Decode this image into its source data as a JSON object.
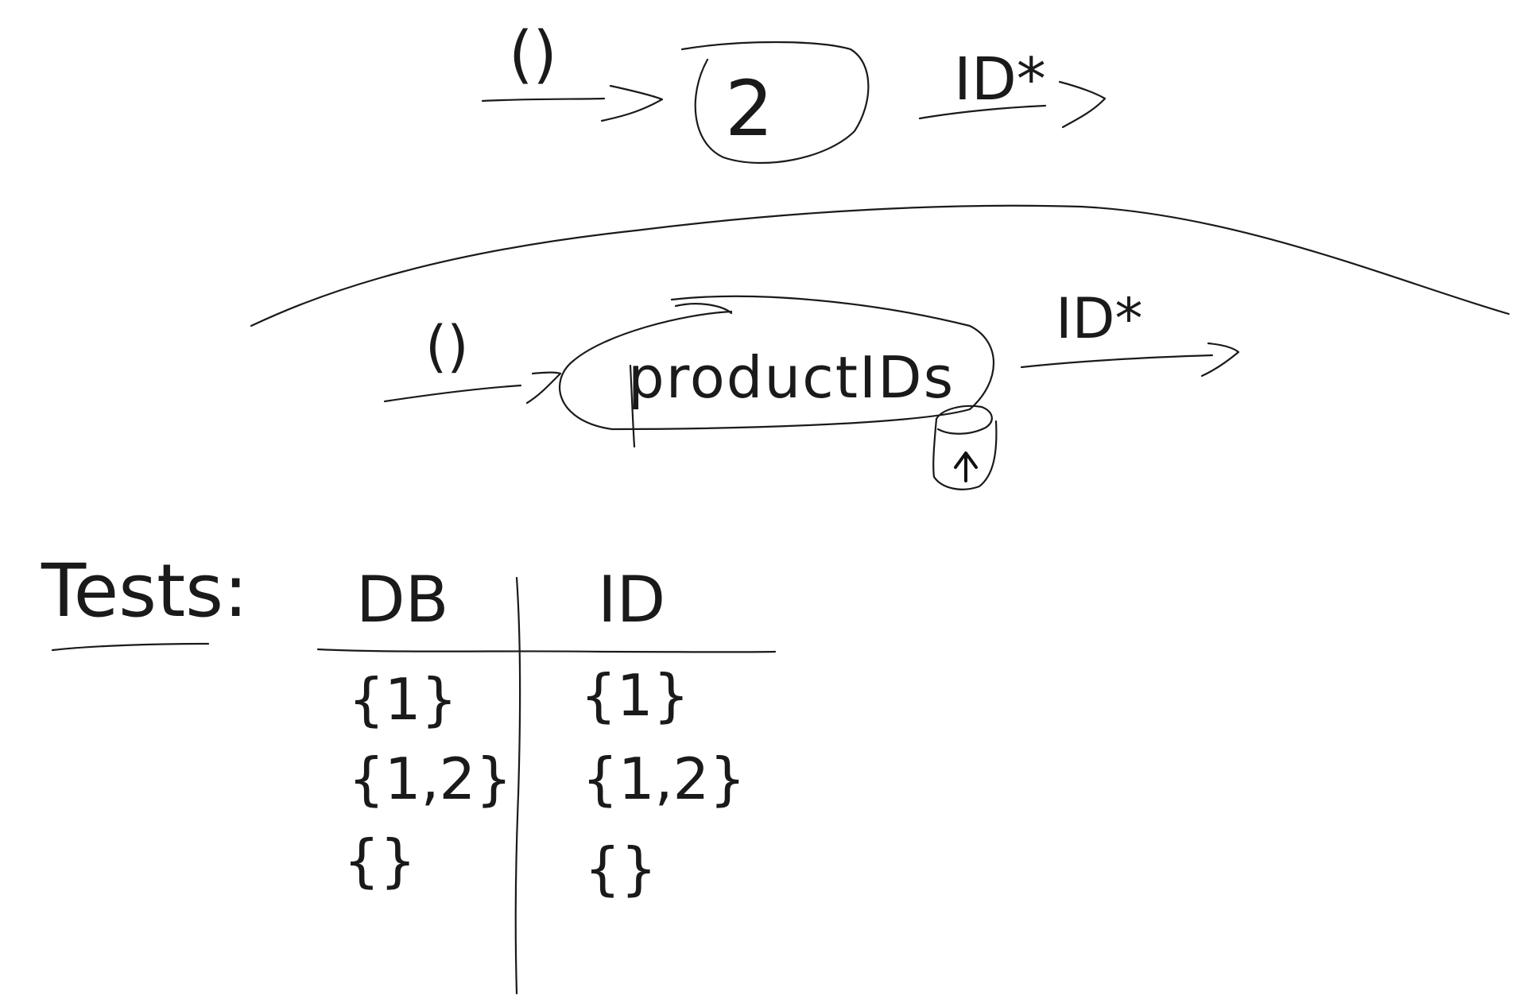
{
  "top_flow": {
    "input_label": "()",
    "node_label": "2",
    "output_label": "ID*"
  },
  "bottom_flow": {
    "input_label": "()",
    "node_label": "productIDs",
    "output_label": "ID*"
  },
  "tests": {
    "heading": "Tests:",
    "columns": [
      "DB",
      "ID"
    ],
    "rows": [
      [
        "{1}",
        "{1}"
      ],
      [
        "{1,2}",
        "{1,2}"
      ],
      [
        "{}",
        "{}"
      ]
    ]
  },
  "colors": {
    "ink": "#1a1a1a",
    "background": "#ffffff"
  }
}
